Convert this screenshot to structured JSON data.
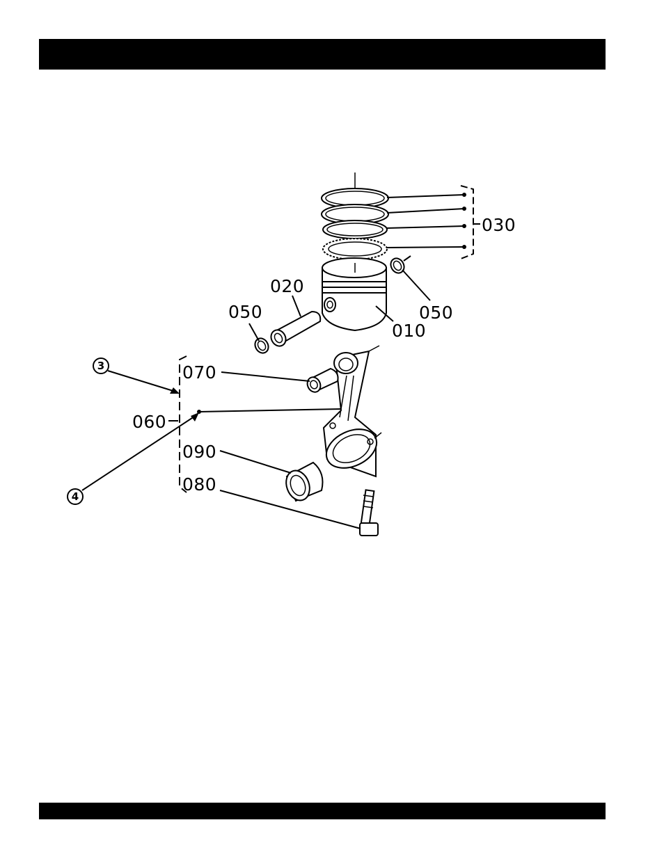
{
  "header_bar": {
    "color": "#000000"
  },
  "footer_bar": {
    "color": "#000000"
  },
  "diagram": {
    "labels": {
      "p010": "010",
      "p020": "020",
      "p030": "030",
      "p050_left": "050",
      "p050_right": "050",
      "p060": "060",
      "p070": "070",
      "p080": "080",
      "p090": "090"
    },
    "callouts": {
      "c3": "3",
      "c4": "4"
    }
  }
}
